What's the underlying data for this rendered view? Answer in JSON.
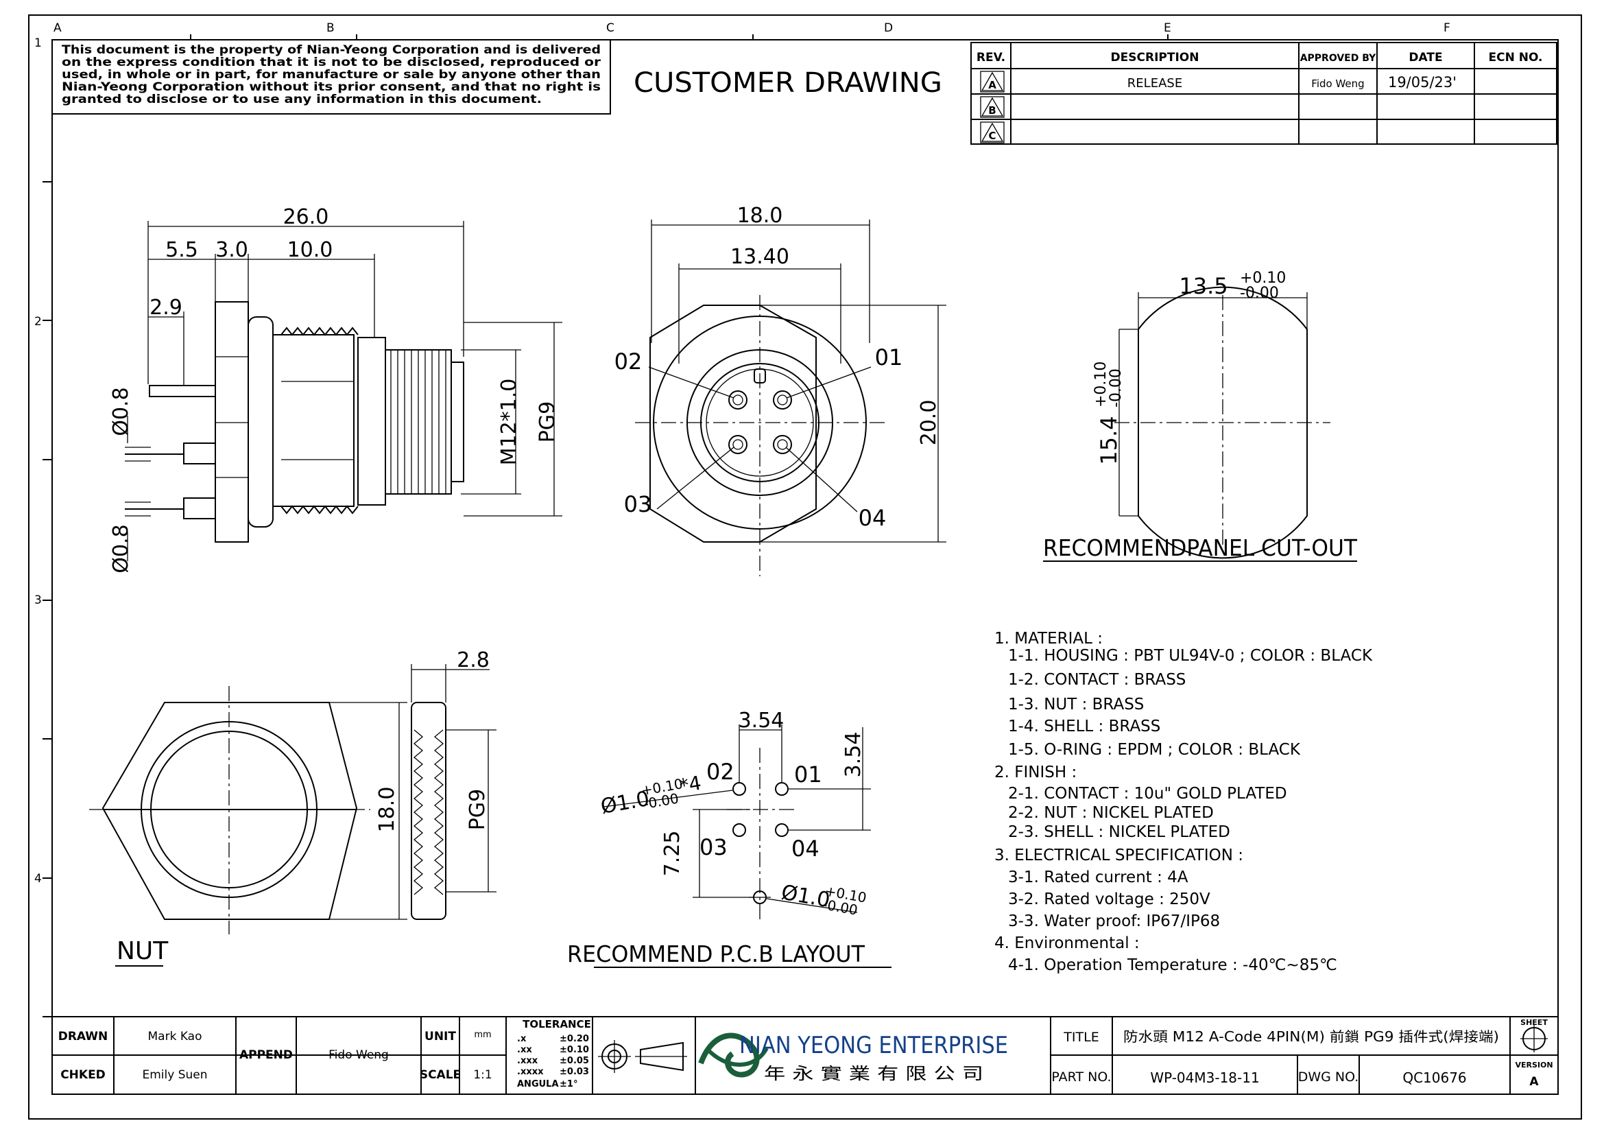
{
  "frame": {
    "col_labels": [
      "A",
      "B",
      "C",
      "D",
      "E",
      "F"
    ],
    "row_labels": [
      "1",
      "2",
      "3",
      "4"
    ]
  },
  "notice": [
    "This document is the property of Nian-Yeong Corporation and is delivered",
    "on  the  express condition that it is not to be disclosed, reproduced or",
    "used, in whole or in part, for manufacture or sale by anyone other than",
    "Nian-Yeong Corporation without  its prior consent, and that  no right  is",
    "granted to disclose or to use any information in this  document."
  ],
  "drawing_title": "CUSTOMER DRAWING",
  "revision_table": {
    "headers": [
      "REV.",
      "DESCRIPTION",
      "APPROVED BY",
      "DATE",
      "ECN NO."
    ],
    "rows": [
      {
        "rev": "A",
        "description": "RELEASE",
        "approved_by": "Fido Weng",
        "date": "19/05/23'",
        "ecn": ""
      },
      {
        "rev": "B",
        "description": "",
        "approved_by": "",
        "date": "",
        "ecn": ""
      },
      {
        "rev": "C",
        "description": "",
        "approved_by": "",
        "date": "",
        "ecn": ""
      }
    ]
  },
  "side_view": {
    "dim_26": "26.0",
    "dim_5_5": "5.5",
    "dim_3_0": "3.0",
    "dim_10": "10.0",
    "dim_2_9": "2.9",
    "dim_d08_top": "Ø0.8",
    "dim_d08_bottom": "Ø0.8",
    "dim_m12": "M12*1.0",
    "dim_pg9": "PG9"
  },
  "front_view": {
    "dim_18": "18.0",
    "dim_13_40": "13.40",
    "dim_20": "20.0",
    "pins": [
      "01",
      "02",
      "03",
      "04"
    ]
  },
  "cutout": {
    "dim_w": "13.5",
    "dim_w_tol_plus": "+0.10",
    "dim_w_tol_minus": "-0.00",
    "dim_h": "15.4",
    "dim_h_tol_plus": "+0.10",
    "dim_h_tol_minus": "-0.00",
    "caption": "RECOMMENDPANEL  CUT-OUT"
  },
  "nut_view": {
    "dim_2_8": "2.8",
    "dim_18": "18.0",
    "dim_pg9": "PG9",
    "caption": "NUT"
  },
  "pcb_layout": {
    "dim_3_54_h": "3.54",
    "dim_3_54_v": "3.54",
    "dim_7_25": "7.25",
    "hole4": "Ø1.0",
    "hole4_tol_plus": "+0.10",
    "hole4_tol_minus": "-0.00",
    "hole4_count": "*4",
    "hole1": "Ø1.0",
    "hole1_tol_plus": "+0.10",
    "hole1_tol_minus": "-0.00",
    "pins": [
      "01",
      "02",
      "03",
      "04"
    ],
    "caption": "RECOMMEND  P.C.B  LAYOUT"
  },
  "notes": [
    "1.  MATERIAL  :",
    "  1-1.  HOUSING  :  PBT  UL94V-0  ;  COLOR  :  BLACK",
    "  1-2.  CONTACT  :  BRASS",
    "  1-3.  NUT  :  BRASS",
    "  1-4.  SHELL  :  BRASS",
    "  1-5.  O-RING  :  EPDM  ;  COLOR  :  BLACK",
    "2.  FINISH  :",
    "  2-1.  CONTACT  :  10u\"  GOLD  PLATED",
    "  2-2.  NUT  :  NICKEL  PLATED",
    "  2-3.  SHELL  :  NICKEL  PLATED",
    "3.  ELECTRICAL  SPECIFICATION  :",
    "  3-1.  Rated  current  :  4A",
    "  3-2.  Rated  voltage  :  250V",
    "  3-3.  Water  proof:  IP67/IP68",
    "4.  Environmental  :",
    "  4-1.  Operation  Temperature  :  -40℃~85℃"
  ],
  "title_block": {
    "drawn_label": "DRAWN",
    "drawn_value": "Mark Kao",
    "chked_label": "CHKED",
    "chked_value": "Emily Suen",
    "append_label": "APPEND",
    "append_value": "Fido Weng",
    "unit_label": "UNIT",
    "unit_value": "mm",
    "scale_label": "SCALE",
    "scale_value": "1:1",
    "tolerance_title": "TOLERANCE",
    "tolerances": [
      {
        "k": ".x",
        "v": "±0.20"
      },
      {
        "k": ".xx",
        "v": "±0.10"
      },
      {
        "k": ".xxx",
        "v": "±0.05"
      },
      {
        "k": ".xxxx",
        "v": "±0.03"
      },
      {
        "k": "ANGULA",
        "v": "±1°"
      }
    ],
    "company_en": "NIAN YEONG ENTERPRISE",
    "company_zh": "年 永 實 業 有 限 公 司",
    "title_label": "TITLE",
    "title_value": "防水頭  M12  A-Code  4PIN(M)  前鎖  PG9  插件式(焊接端)",
    "part_no_label": "PART NO.",
    "part_no_value": "WP-04M3-18-11",
    "dwg_no_label": "DWG NO.",
    "dwg_no_value": "QC10676",
    "sheet_label": "SHEET",
    "version_label": "VERSION",
    "version_value": "A"
  }
}
